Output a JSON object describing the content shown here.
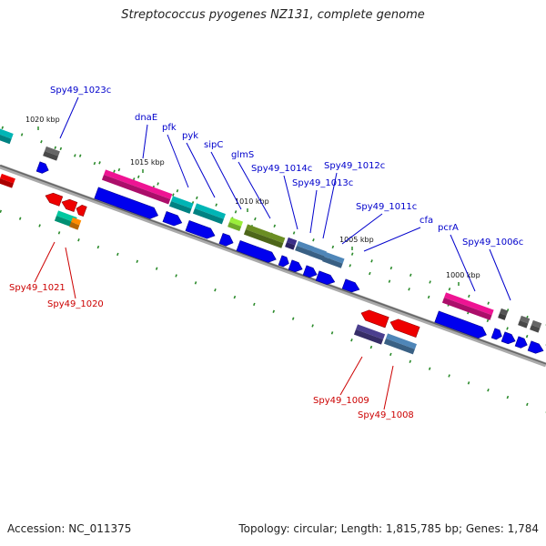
{
  "title": "Streptococcus pyogenes NZ131, complete genome",
  "footer": {
    "accession": "Accession: NC_011375",
    "topology": "Topology: circular; Length: 1,815,785 bp; Genes: 1,784"
  },
  "kbp_labels": [
    "1020 kbp",
    "1015 kbp",
    "1010 kbp",
    "1005 kbp",
    "1000 kbp"
  ],
  "colors": {
    "forward_label": "#0000cc",
    "reverse_label": "#cc0000",
    "backbone": "#888888",
    "cds": "#0000ee",
    "tick": "#2a8a2a"
  },
  "gene_labels": [
    {
      "text": "Spy49_1023c",
      "color": "#0000cc"
    },
    {
      "text": "dnaE",
      "color": "#0000cc"
    },
    {
      "text": "pfk",
      "color": "#0000cc"
    },
    {
      "text": "pyk",
      "color": "#0000cc"
    },
    {
      "text": "sipC",
      "color": "#0000cc"
    },
    {
      "text": "glmS",
      "color": "#0000cc"
    },
    {
      "text": "Spy49_1014c",
      "color": "#0000cc"
    },
    {
      "text": "Spy49_1012c",
      "color": "#0000cc"
    },
    {
      "text": "Spy49_1013c",
      "color": "#0000cc"
    },
    {
      "text": "Spy49_1011c",
      "color": "#0000cc"
    },
    {
      "text": "cfa",
      "color": "#0000cc"
    },
    {
      "text": "pcrA",
      "color": "#0000cc"
    },
    {
      "text": "Spy49_1006c",
      "color": "#0000cc"
    },
    {
      "text": "Spy49_1021",
      "color": "#cc0000"
    },
    {
      "text": "Spy49_1020",
      "color": "#cc0000"
    },
    {
      "text": "Spy49_1009",
      "color": "#cc0000"
    },
    {
      "text": "Spy49_1008",
      "color": "#cc0000"
    }
  ]
}
